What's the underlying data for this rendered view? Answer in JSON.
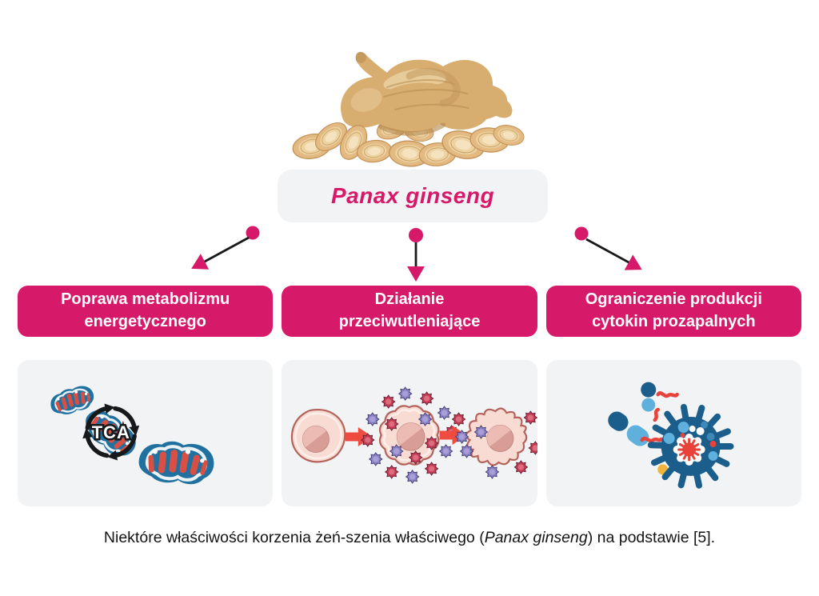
{
  "colors": {
    "accent_pink": "#d7196a",
    "panel_gray": "#f2f3f5",
    "arrow_line": "#17181a",
    "mito_blue": "#20719f",
    "mito_red": "#d94f44",
    "virus_blue": "#1b5e8c",
    "virus_light_blue": "#5fb0dd",
    "virus_red": "#e8433a",
    "virus_yellow": "#eeb43c"
  },
  "header": {
    "title": "Panax ginseng",
    "image_name": "ginseng-root-photo"
  },
  "branches": [
    {
      "id": "metabolism",
      "lines": [
        "Poprawa metabolizmu",
        "energetycznego"
      ],
      "illustration": "mitochondria-tca-cycle"
    },
    {
      "id": "antioxidant",
      "lines": [
        "Działanie",
        "przeciwutleniające"
      ],
      "illustration": "cell-oxidative-stress-stages"
    },
    {
      "id": "cytokines",
      "lines": [
        "Ograniczenie produkcji",
        "cytokin prozapalnych"
      ],
      "illustration": "microbe-cytokines"
    }
  ],
  "illustration_labels": {
    "tca": "TCA"
  },
  "caption": {
    "prefix": "Niektóre właściwości korzenia żeń-szenia właściwego (",
    "italic_term": "Panax ginseng",
    "suffix": ") na podstawie [5]."
  }
}
